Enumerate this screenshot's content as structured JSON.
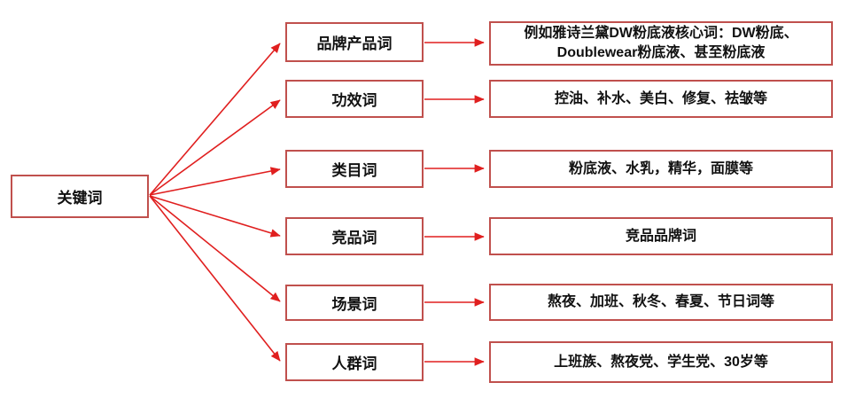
{
  "diagram": {
    "title": "keyword-taxonomy",
    "root": {
      "label": "关键词"
    },
    "rows": [
      {
        "category": "品牌产品词",
        "examples": "例如雅诗兰黛DW粉底液核心词：DW粉底、\nDoublewear粉底液、甚至粉底液"
      },
      {
        "category": "功效词",
        "examples": "控油、补水、美白、修复、祛皱等"
      },
      {
        "category": "类目词",
        "examples": "粉底液、水乳，精华，面膜等"
      },
      {
        "category": "竞品词",
        "examples": "竞品品牌词"
      },
      {
        "category": "场景词",
        "examples": "熬夜、加班、秋冬、春夏、节日词等"
      },
      {
        "category": "人群词",
        "examples": "上班族、熬夜党、学生党、30岁等"
      }
    ],
    "colors": {
      "box_border": "#c0504d",
      "arrow": "#e01f1f",
      "text": "#111111",
      "background": "#ffffff"
    }
  }
}
